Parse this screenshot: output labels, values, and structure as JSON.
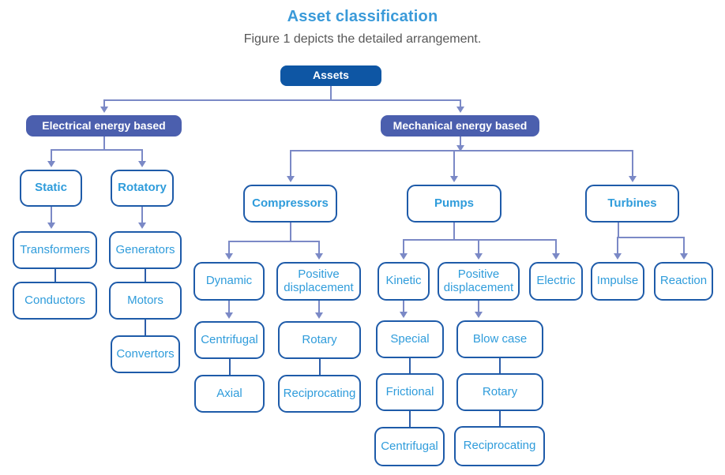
{
  "title": "Asset classification",
  "subtitle": "Figure 1 depicts the detailed arrangement.",
  "colors": {
    "title": "#3A9AD9",
    "subtitle": "#575757",
    "root_fill": "#0E56A4",
    "branch_fill": "#4B5FAE",
    "box_border": "#1E5BA9",
    "box_fill": "#FFFFFF",
    "box_text": "#2F9CDB",
    "header_text": "#FFFFFF",
    "connector": "#7B89C6",
    "stack_line": "#2C5DA9"
  },
  "diagram": {
    "nodes": [
      {
        "id": "assets",
        "label": "Assets",
        "kind": "root"
      },
      {
        "id": "electrical",
        "label": "Electrical energy based",
        "kind": "branch"
      },
      {
        "id": "mechanical",
        "label": "Mechanical energy based",
        "kind": "branch"
      },
      {
        "id": "static",
        "label": "Static",
        "kind": "category"
      },
      {
        "id": "rotatory",
        "label": "Rotatory",
        "kind": "category"
      },
      {
        "id": "compressors",
        "label": "Compressors",
        "kind": "category"
      },
      {
        "id": "pumps",
        "label": "Pumps",
        "kind": "category"
      },
      {
        "id": "turbines",
        "label": "Turbines",
        "kind": "category"
      },
      {
        "id": "transformers",
        "label": "Transformers",
        "kind": "leaf"
      },
      {
        "id": "conductors",
        "label": "Conductors",
        "kind": "leaf"
      },
      {
        "id": "generators",
        "label": "Generators",
        "kind": "leaf"
      },
      {
        "id": "motors",
        "label": "Motors",
        "kind": "leaf"
      },
      {
        "id": "convertors",
        "label": "Convertors",
        "kind": "leaf"
      },
      {
        "id": "dynamic",
        "label": "Dynamic",
        "kind": "leaf"
      },
      {
        "id": "pd-comp",
        "label": "Positive displacement",
        "kind": "leaf"
      },
      {
        "id": "centrifugal-comp",
        "label": "Centrifugal",
        "kind": "leaf"
      },
      {
        "id": "axial",
        "label": "Axial",
        "kind": "leaf"
      },
      {
        "id": "rotary-comp",
        "label": "Rotary",
        "kind": "leaf"
      },
      {
        "id": "reciprocating-comp",
        "label": "Reciprocating",
        "kind": "leaf"
      },
      {
        "id": "kinetic",
        "label": "Kinetic",
        "kind": "leaf"
      },
      {
        "id": "pd-pumps",
        "label": "Positive displacement",
        "kind": "leaf"
      },
      {
        "id": "electric",
        "label": "Electric",
        "kind": "leaf"
      },
      {
        "id": "special",
        "label": "Special",
        "kind": "leaf"
      },
      {
        "id": "frictional",
        "label": "Frictional",
        "kind": "leaf"
      },
      {
        "id": "centrifugal-pumps",
        "label": "Centrifugal",
        "kind": "leaf"
      },
      {
        "id": "blow-case",
        "label": "Blow case",
        "kind": "leaf"
      },
      {
        "id": "rotary-pumps",
        "label": "Rotary",
        "kind": "leaf"
      },
      {
        "id": "reciprocating-pumps",
        "label": "Reciprocating",
        "kind": "leaf"
      },
      {
        "id": "impulse",
        "label": "Impulse",
        "kind": "leaf"
      },
      {
        "id": "reaction",
        "label": "Reaction",
        "kind": "leaf"
      }
    ],
    "edges": [
      {
        "from": "assets",
        "to": [
          "electrical",
          "mechanical"
        ],
        "type": "fan"
      },
      {
        "from": "electrical",
        "to": [
          "static",
          "rotatory"
        ],
        "type": "fan"
      },
      {
        "from": "mechanical",
        "to": [
          "compressors",
          "pumps",
          "turbines"
        ],
        "type": "fan",
        "parent_arrow": true
      },
      {
        "from": "static",
        "to": [
          "transformers"
        ],
        "type": "arrow"
      },
      {
        "from": "rotatory",
        "to": [
          "generators"
        ],
        "type": "arrow"
      },
      {
        "from": "transformers",
        "to": [
          "conductors"
        ],
        "type": "line"
      },
      {
        "from": "generators",
        "to": [
          "motors"
        ],
        "type": "line"
      },
      {
        "from": "motors",
        "to": [
          "convertors"
        ],
        "type": "line"
      },
      {
        "from": "compressors",
        "to": [
          "dynamic",
          "pd-comp"
        ],
        "type": "fan"
      },
      {
        "from": "dynamic",
        "to": [
          "centrifugal-comp"
        ],
        "type": "arrow"
      },
      {
        "from": "centrifugal-comp",
        "to": [
          "axial"
        ],
        "type": "line"
      },
      {
        "from": "pd-comp",
        "to": [
          "rotary-comp"
        ],
        "type": "arrow"
      },
      {
        "from": "rotary-comp",
        "to": [
          "reciprocating-comp"
        ],
        "type": "line"
      },
      {
        "from": "pumps",
        "to": [
          "kinetic",
          "pd-pumps",
          "electric"
        ],
        "type": "fan"
      },
      {
        "from": "kinetic",
        "to": [
          "special"
        ],
        "type": "arrow"
      },
      {
        "from": "special",
        "to": [
          "frictional"
        ],
        "type": "line"
      },
      {
        "from": "frictional",
        "to": [
          "centrifugal-pumps"
        ],
        "type": "line"
      },
      {
        "from": "pd-pumps",
        "to": [
          "blow-case"
        ],
        "type": "arrow"
      },
      {
        "from": "blow-case",
        "to": [
          "rotary-pumps"
        ],
        "type": "line"
      },
      {
        "from": "rotary-pumps",
        "to": [
          "reciprocating-pumps"
        ],
        "type": "line"
      },
      {
        "from": "turbines",
        "to": [
          "impulse",
          "reaction"
        ],
        "type": "fan"
      }
    ]
  }
}
